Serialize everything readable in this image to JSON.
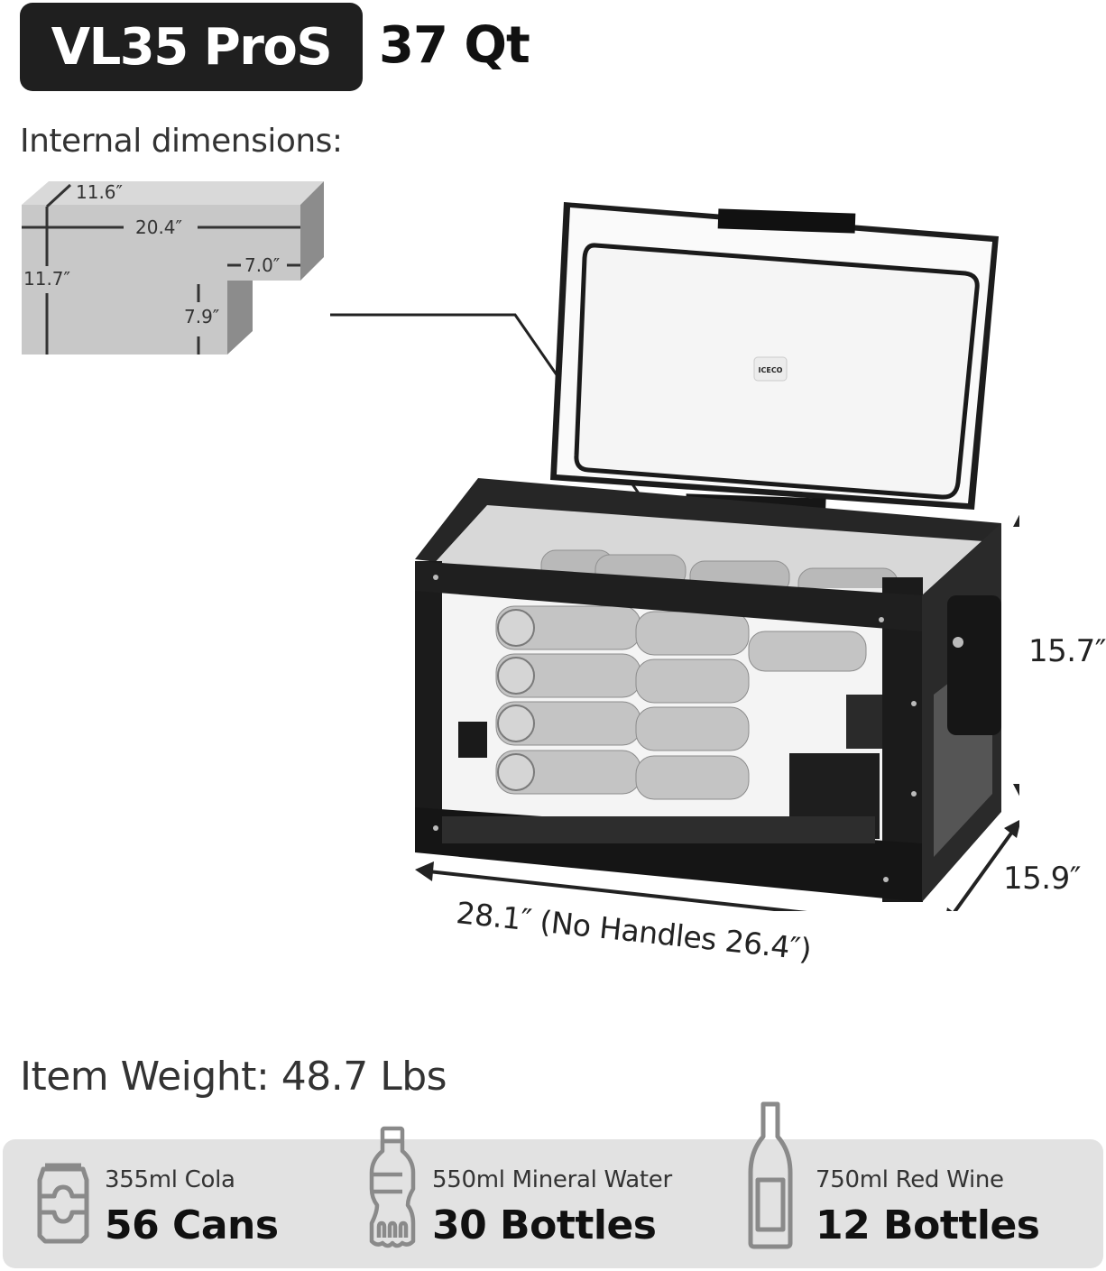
{
  "header": {
    "model": "VL35 ProS",
    "capacity": "37 Qt"
  },
  "internal_dimensions": {
    "label": "Internal dimensions:",
    "depth": "11.6″",
    "width": "20.4″",
    "height": "11.7″",
    "step_width": "7.0″",
    "step_height": "7.9″"
  },
  "product": {
    "brand_badge": "ICECO",
    "height": "15.7″",
    "depth": "15.9″",
    "length": "28.1″ (No Handles 26.4″)"
  },
  "weight": {
    "label": "Item Weight: 48.7 Lbs"
  },
  "capacity_items": [
    {
      "icon": "can-icon",
      "subtitle": "355ml Cola",
      "count": "56 Cans"
    },
    {
      "icon": "water-bottle-icon",
      "subtitle": "550ml Mineral Water",
      "count": "30 Bottles"
    },
    {
      "icon": "wine-bottle-icon",
      "subtitle": "750ml Red Wine",
      "count": "12 Bottles"
    }
  ],
  "colors": {
    "pill_bg": "#1f1f1f",
    "panel_bg": "#e2e2e2",
    "icon_gray": "#8a8a8a",
    "diagram_front": "#c8c8c8",
    "diagram_top": "#d9d9d9",
    "diagram_side": "#8c8c8c"
  }
}
